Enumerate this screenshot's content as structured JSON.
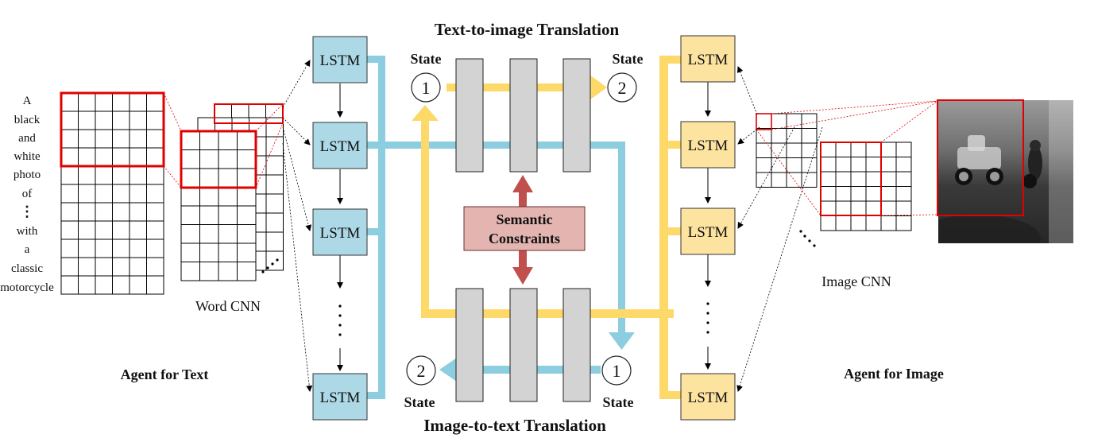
{
  "titles": {
    "top": "Text-to-image Translation",
    "bottom": "Image-to-text Translation"
  },
  "states": {
    "label": "State",
    "one": "1",
    "two": "2"
  },
  "semantic_box": {
    "line1": "Semantic",
    "line2": "Constraints"
  },
  "lstm_label": "LSTM",
  "text_agent": {
    "label": "Agent for Text",
    "cnn_label": "Word CNN",
    "words": [
      "A",
      "black",
      "and",
      "white",
      "photo",
      "of",
      "with",
      "a",
      "classic",
      "motorcycle"
    ],
    "vdots": "⋮"
  },
  "image_agent": {
    "label": "Agent for Image",
    "cnn_label": "Image CNN"
  },
  "colors": {
    "blue_box": "#add8e6",
    "blue_arrow": "#8ccde0",
    "yellow_box": "#fde3a0",
    "yellow_arrow": "#fdd96a",
    "gray_block": "#d3d3d3",
    "semantic_fill": "#e3b4b0",
    "semantic_arrow": "#c0504d",
    "highlight_red": "#e00000"
  }
}
